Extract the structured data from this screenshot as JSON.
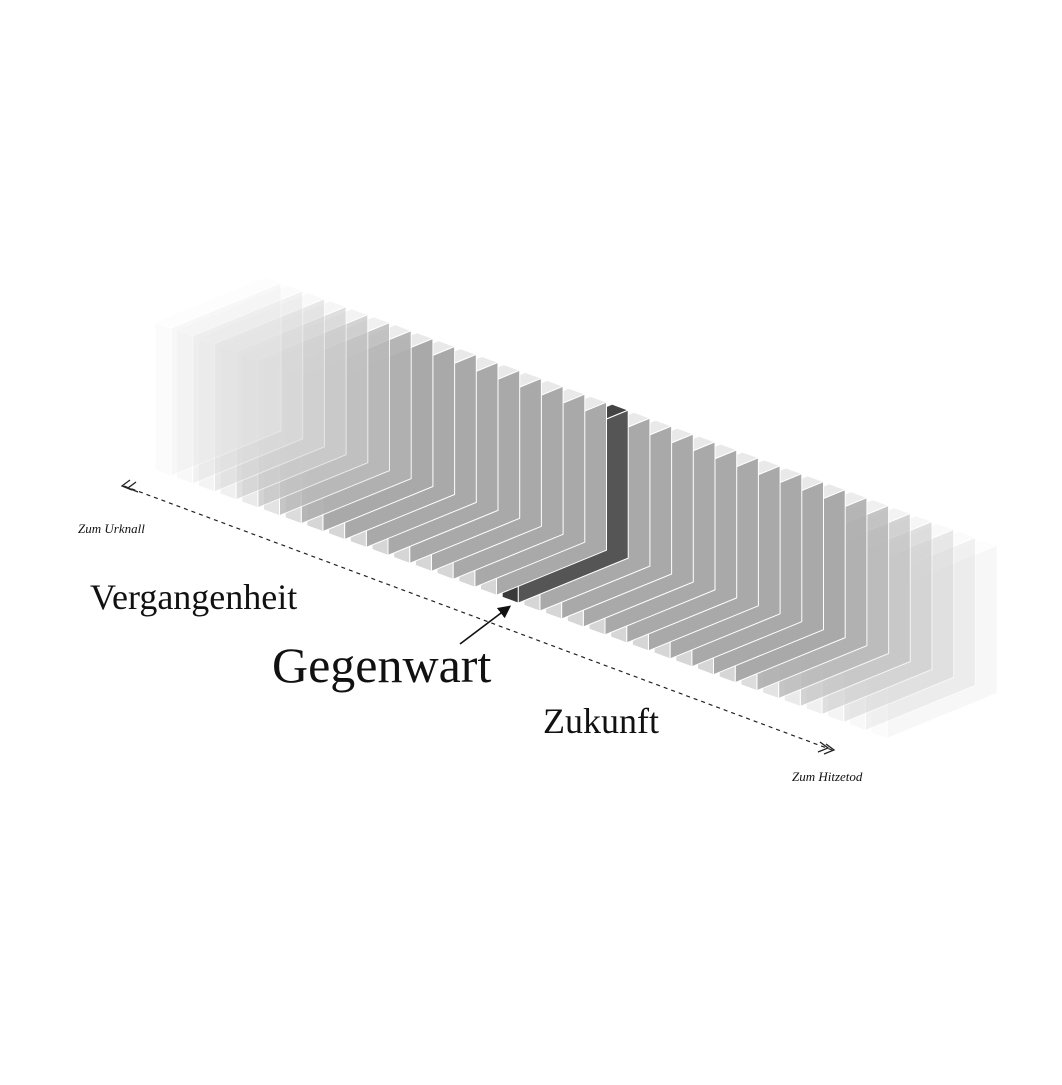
{
  "timeline": {
    "start_label": "Zum Urknall",
    "end_label": "Zum Hitzetod"
  },
  "labels": {
    "past": "Vergangenheit",
    "present": "Gegenwart",
    "future": "Zukunft"
  },
  "slices": {
    "count": 34,
    "highlighted_index": 16,
    "colors": {
      "highlight_front": "#3a3a3a",
      "highlight_side": "#555555",
      "highlight_top": "#444444",
      "base_front": "#d6d6d6",
      "base_side": "#a9a9a9",
      "base_top": "#e9e9e9",
      "edge": "#ffffff"
    }
  }
}
